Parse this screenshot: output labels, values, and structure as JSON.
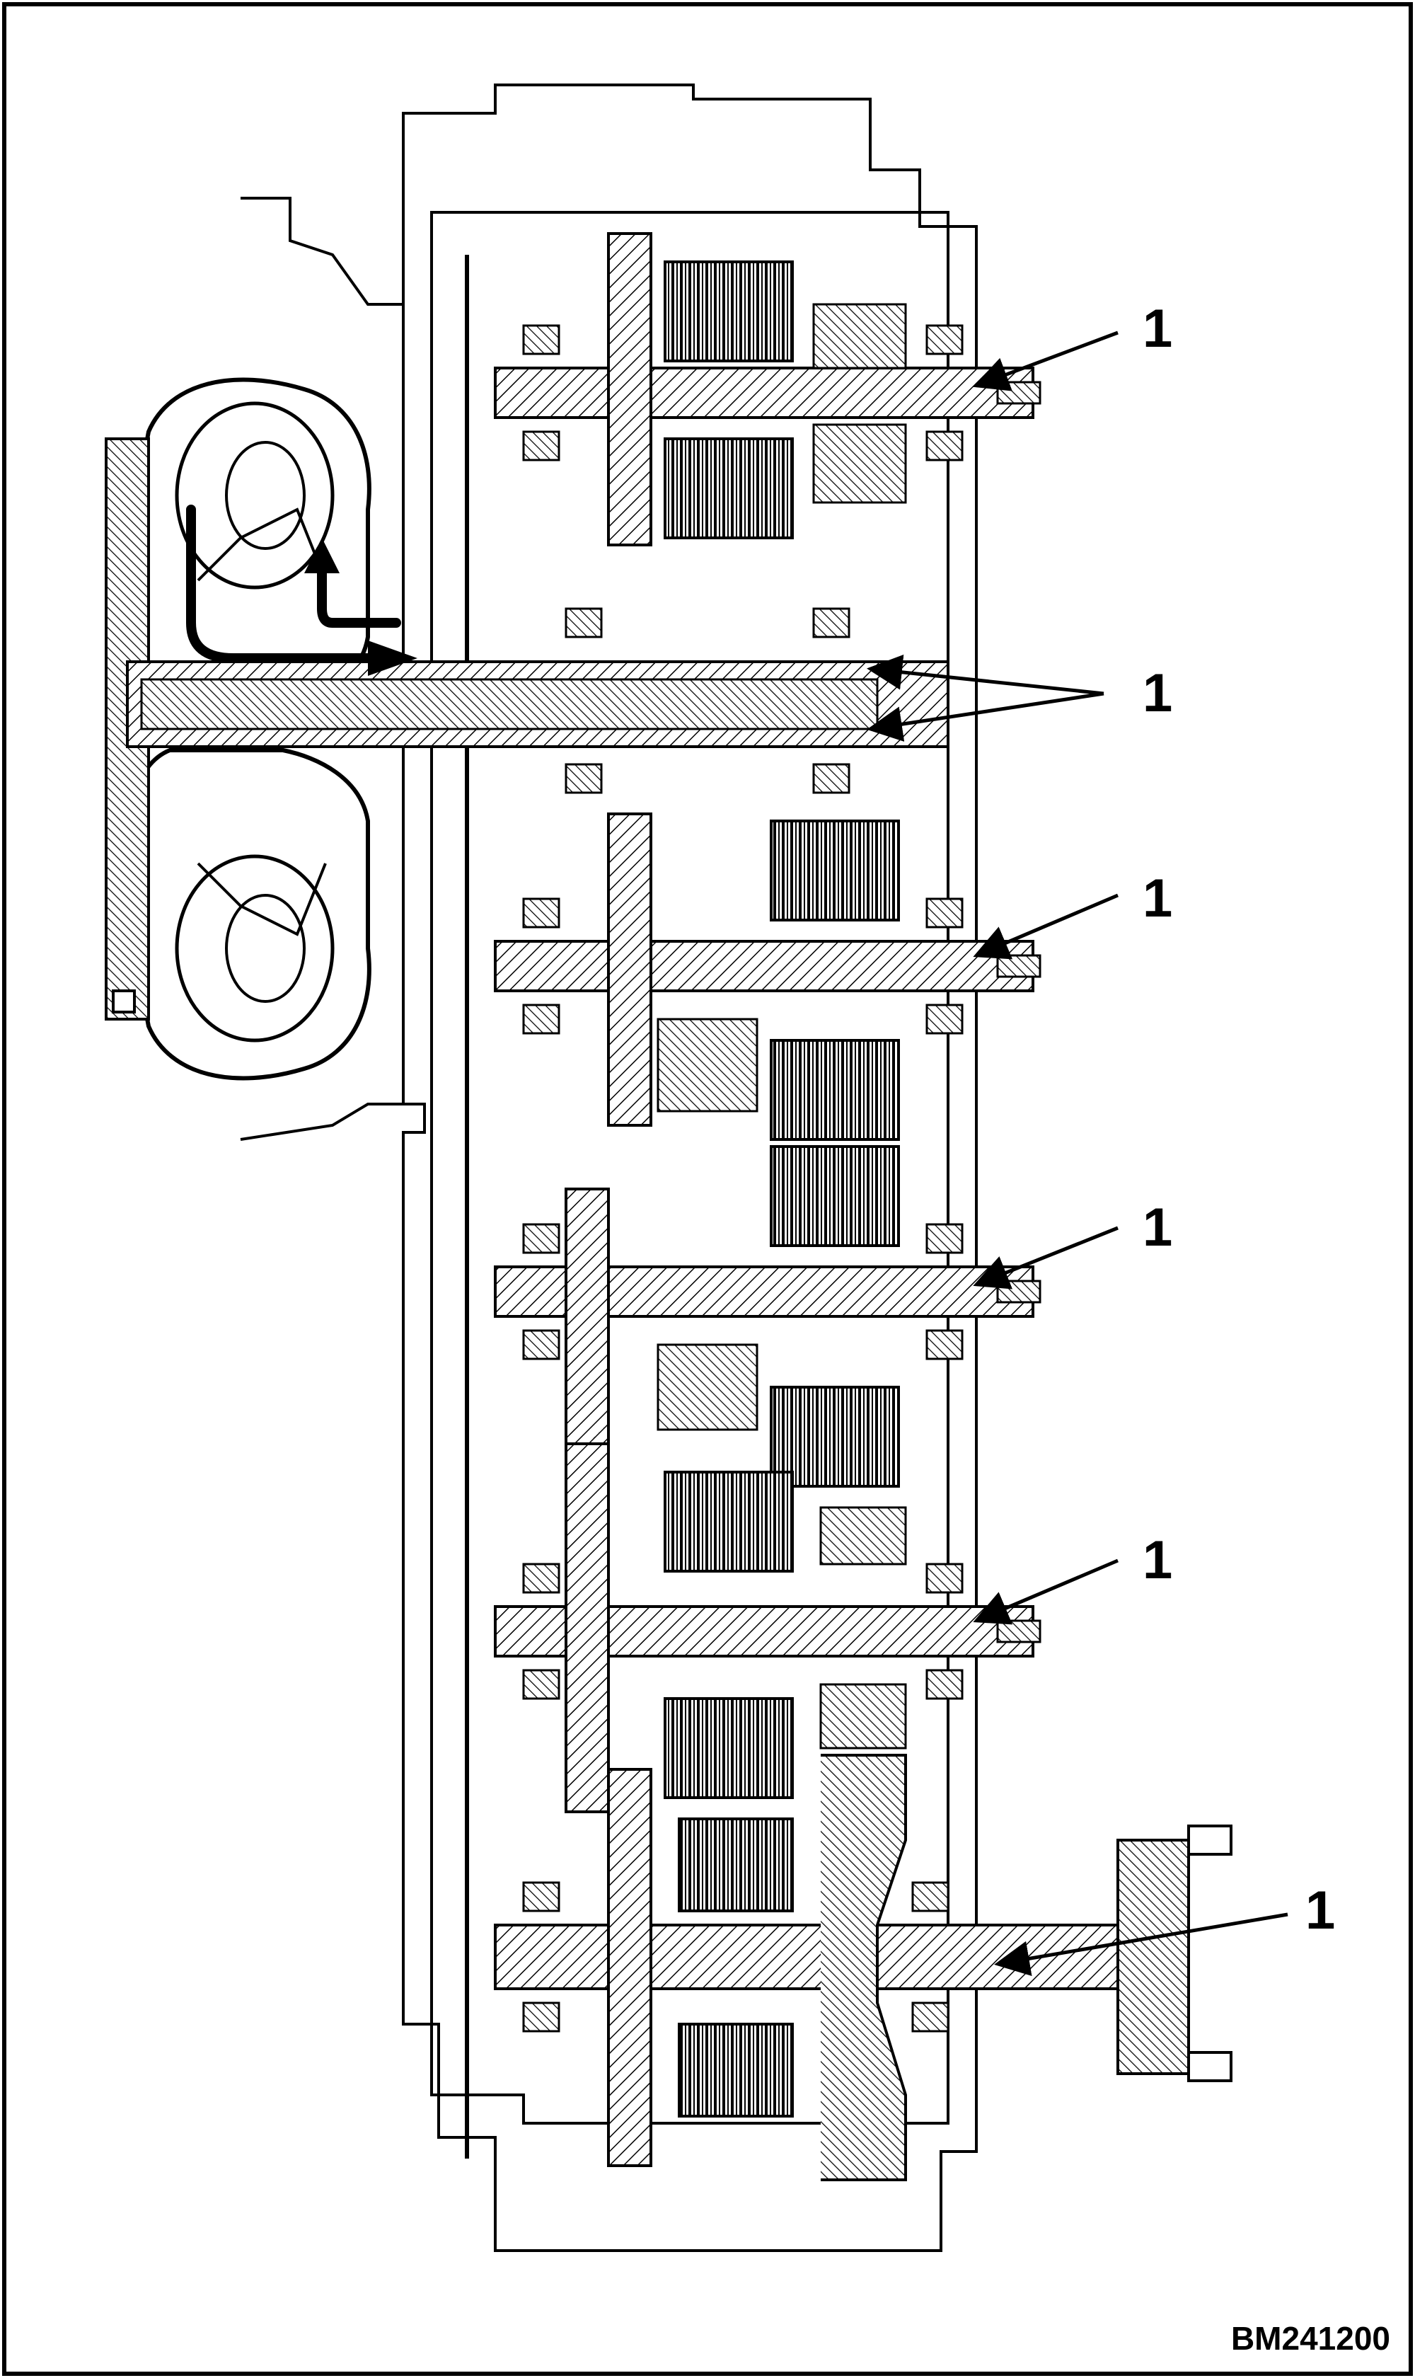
{
  "figure": {
    "figure_code": "BM241200",
    "callouts": [
      {
        "text": "1"
      },
      {
        "text": "1"
      },
      {
        "text": "1"
      },
      {
        "text": "1"
      },
      {
        "text": "1"
      },
      {
        "text": "1"
      }
    ],
    "colors": {
      "line": "#000000",
      "background": "#ffffff",
      "hatch": "#000000"
    }
  }
}
